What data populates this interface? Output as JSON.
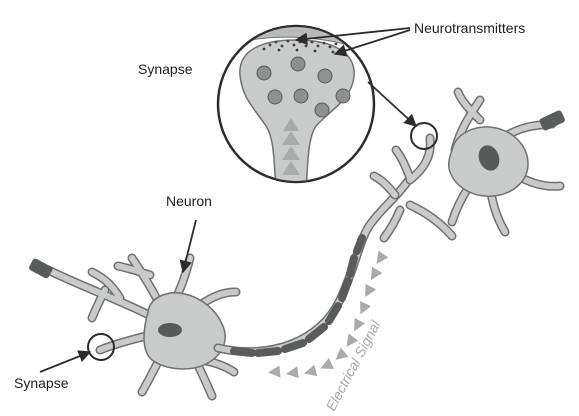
{
  "diagram": {
    "labels": {
      "neurotransmitters": "Neurotransmitters",
      "synapse_top": "Synapse",
      "neuron": "Neuron",
      "synapse_bottom": "Synapse",
      "electrical_signal": "Electrical Signal"
    },
    "colors": {
      "cell_fill": "#c9cbca",
      "cell_stroke": "#6f7270",
      "nucleus": "#565a58",
      "myelin": "#585c5a",
      "outline": "#2c2c2c",
      "vesicle": "#8e918f",
      "signal_arrow": "#a9abaa",
      "label_text": "#1e1e1e",
      "signal_text": "#a9a9a9"
    }
  }
}
